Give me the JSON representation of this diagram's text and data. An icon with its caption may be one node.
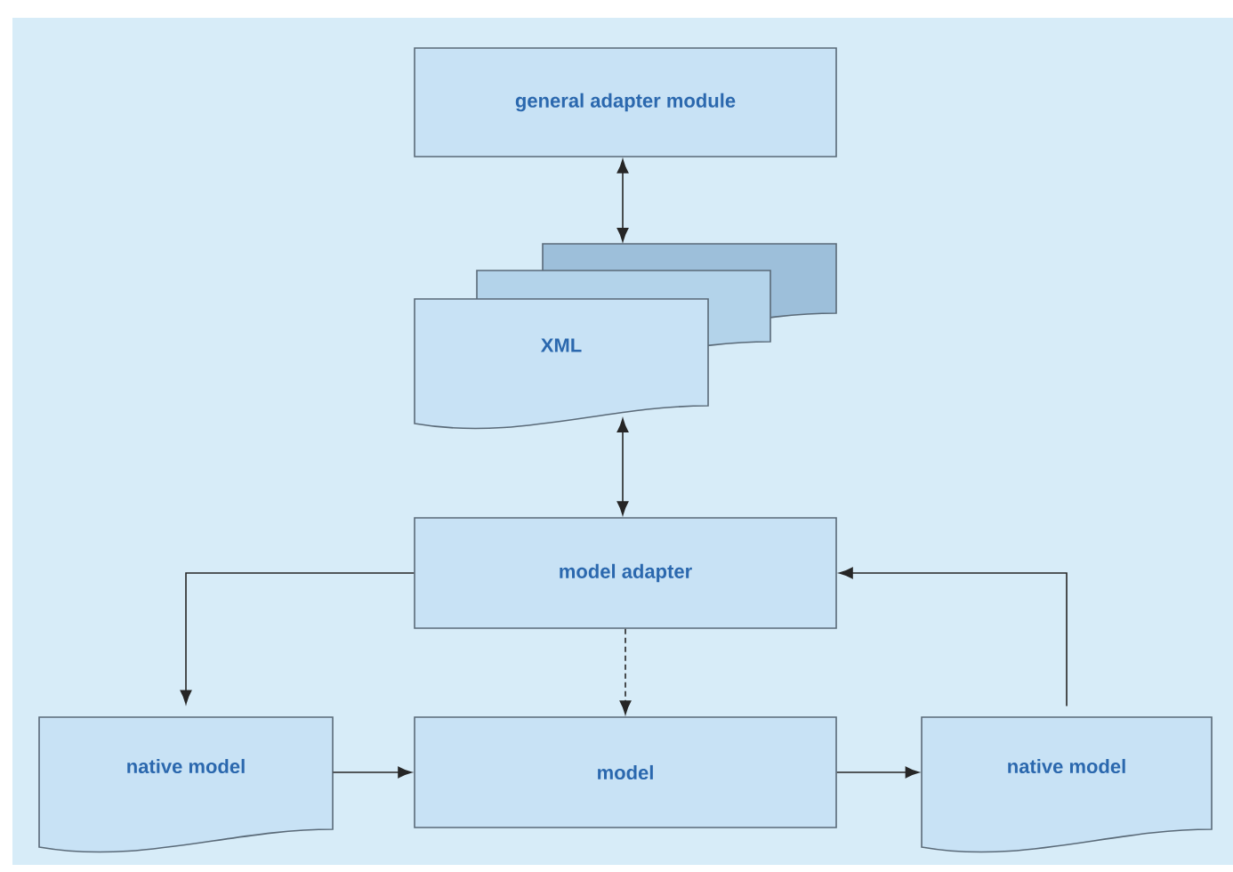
{
  "diagram": {
    "nodes": [
      {
        "text": [
          "general adapter module"
        ]
      },
      {
        "text": [
          "XML"
        ]
      },
      {
        "text": [
          "model adapter"
        ]
      },
      {
        "text": [
          "native model"
        ]
      },
      {
        "text": [
          "model"
        ]
      },
      {
        "text": [
          "native model"
        ]
      }
    ],
    "edges": [
      {
        "from": 0,
        "to": 1,
        "arrow": "both"
      },
      {
        "from": 1,
        "to": 2,
        "arrow": "both"
      },
      {
        "from": 2,
        "to": 3,
        "arrow": "to"
      },
      {
        "from": 2,
        "to": 4,
        "arrow": "to",
        "style": "dashed"
      },
      {
        "from": 3,
        "to": 4,
        "arrow": "to"
      },
      {
        "from": 4,
        "to": 5,
        "arrow": "to"
      },
      {
        "from": 5,
        "to": 2,
        "arrow": "to"
      }
    ]
  }
}
